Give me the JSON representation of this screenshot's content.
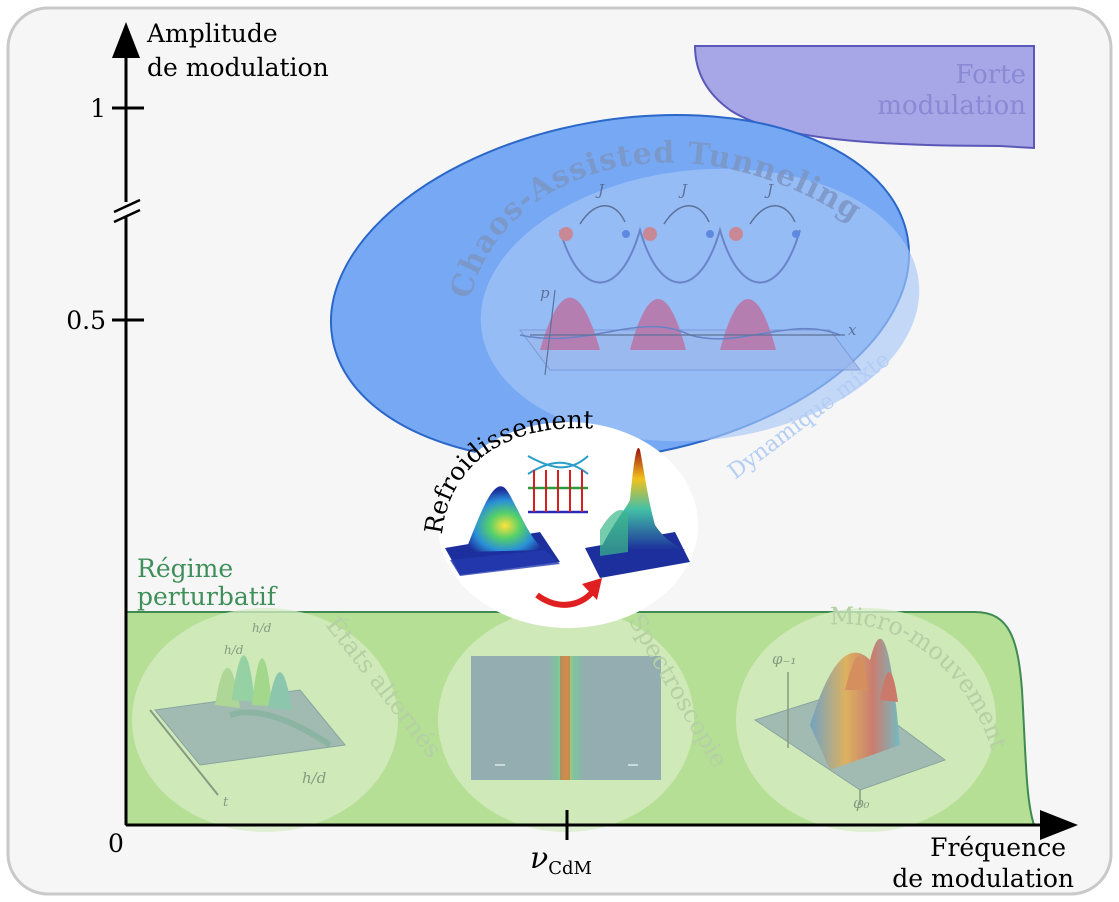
{
  "axes": {
    "y_label_line1": "Amplitude",
    "y_label_line2": "de modulation",
    "x_label_line1": "Fréquence",
    "x_label_line2": "de modulation",
    "origin": "0",
    "y_tick_1": "1",
    "y_tick_05": "0.5",
    "x_tick_symbol": "ν",
    "x_tick_sub": "CdM"
  },
  "regions": {
    "forte_line1": "Forte",
    "forte_line2": "modulation",
    "cat_title": "Chaos-Assisted Tunneling",
    "dynamique": "Dynamique mixte",
    "regime_line1": "Régime",
    "regime_line2": "perturbatif",
    "refroidissement": "Refroidissement"
  },
  "insets": {
    "etats": "États alternés",
    "spectro": "Spectroscopie",
    "micro": "Micro-mouvement",
    "cat_J1": "J",
    "cat_J2": "J",
    "cat_J3": "J",
    "cat_p": "p",
    "cat_x": "x",
    "hd_1": "h/d",
    "hd_2": "h/d",
    "hd_3": "h/d",
    "t_axis": "t",
    "phi_m1": "φ₋₁",
    "phi_0": "φ₀"
  },
  "colors": {
    "frame_bg": "#f6f6f6",
    "green_fill": "#b6df96",
    "green_stroke": "#3e8a52",
    "green_text": "#3f8f5a",
    "blue_fill": "#76a8f4",
    "blue_stroke": "#2a67c9",
    "purple_fill": "#a7a6e6",
    "purple_stroke": "#5a59b9"
  }
}
